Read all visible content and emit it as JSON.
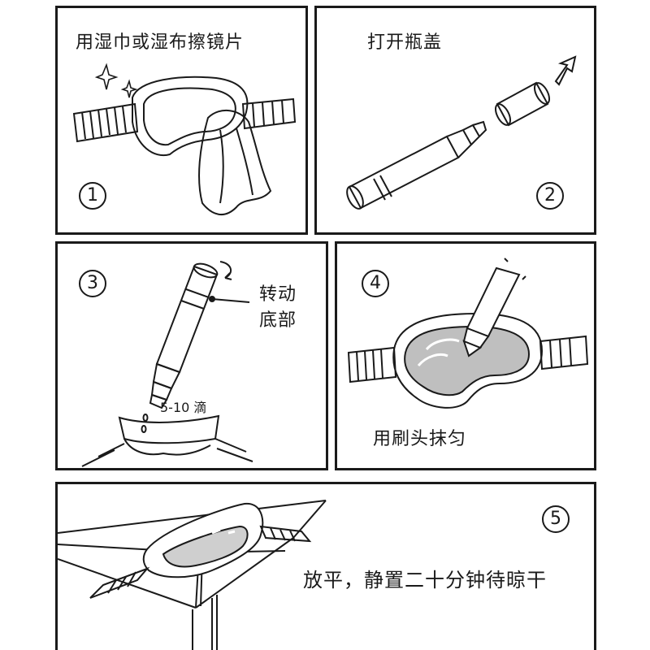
{
  "steps": [
    {
      "number": "1",
      "caption": "用湿巾或湿布擦镜片"
    },
    {
      "number": "2",
      "caption": "打开瓶盖"
    },
    {
      "number": "3",
      "caption_line1": "转动",
      "caption_line2": "底部",
      "drops": "5-10 滴"
    },
    {
      "number": "4",
      "caption": "用刷头抹匀"
    },
    {
      "number": "5",
      "caption": "放平，静置二十分钟待晾干"
    }
  ]
}
